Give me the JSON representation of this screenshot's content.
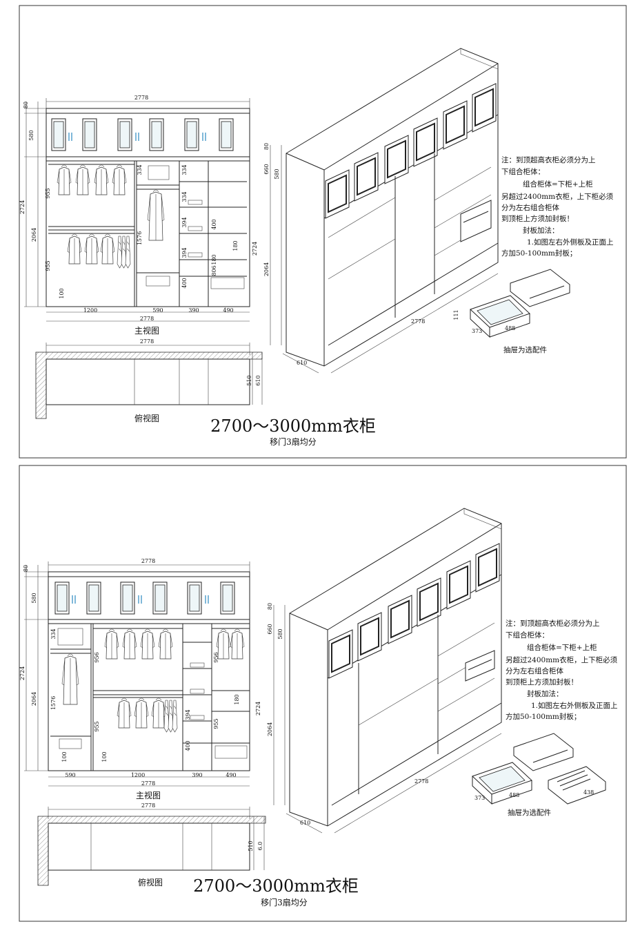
{
  "drawings": [
    {
      "front_view": {
        "total_width": "2778",
        "height_dims": [
          "80",
          "580",
          "2724",
          "2064",
          "955",
          "955"
        ],
        "inner_dims": [
          "334",
          "1576",
          "334",
          "334",
          "394",
          "400",
          "394",
          "180",
          "180",
          "806",
          "400",
          "100"
        ],
        "bottom_dims": [
          "1200",
          "590",
          "390",
          "490"
        ],
        "bottom_total": "2778",
        "label": "主视图"
      },
      "plan_view": {
        "width": "2778",
        "depth_dims": [
          "510",
          "610"
        ],
        "label": "俯视图"
      },
      "iso_view": {
        "dims": [
          "80",
          "660",
          "580",
          "2724",
          "2064",
          "610",
          "2778"
        ]
      },
      "drawer_dims": [
        "111",
        "373",
        "488"
      ],
      "note_lines": [
        "注：到顶超高衣柜必须分为上",
        "下组合柜体：",
        "组合柜体=下柜+上柜",
        "另超过2400mm衣柜，上下柜必须",
        "分为左右组合柜体",
        "到顶柜上方须加封板！",
        "封板加法：",
        "1.如图左右外侧板及正面上",
        "方加50-100mm封板；"
      ],
      "drawer_label": "抽屉为选配件",
      "title": "2700～3000mm衣柜",
      "subtitle": "移门3扇均分"
    },
    {
      "front_view": {
        "total_width": "2778",
        "height_dims": [
          "80",
          "580",
          "2724",
          "2064",
          "1576"
        ],
        "inner_dims": [
          "334",
          "956",
          "955",
          "394",
          "400",
          "956",
          "180",
          "955",
          "100",
          "100"
        ],
        "bottom_dims": [
          "590",
          "1200",
          "390",
          "490"
        ],
        "bottom_total": "2778",
        "label": "主视图"
      },
      "plan_view": {
        "width": "2778",
        "depth_dims": [
          "510",
          "6.0"
        ],
        "label": "俯视图"
      },
      "iso_view": {
        "dims": [
          "80",
          "660",
          "580",
          "2724",
          "2064",
          "610",
          "2778"
        ]
      },
      "drawer_dims": [
        "373",
        "488",
        "438"
      ],
      "note_lines": [
        "注：到顶超高衣柜必须分为上",
        "下组合柜体：",
        "组合柜体=下柜+上柜",
        "另超过2400mm衣柜，上下柜必须",
        "分为左右组合柜体",
        "到顶柜上方须加封板！",
        "封板加法：",
        "1.如图左右外侧板及正面上",
        "方加50-100mm封板；"
      ],
      "drawer_label": "抽屉为选配件",
      "title": "2700～3000mm衣柜",
      "subtitle": "移门3扇均分"
    }
  ]
}
